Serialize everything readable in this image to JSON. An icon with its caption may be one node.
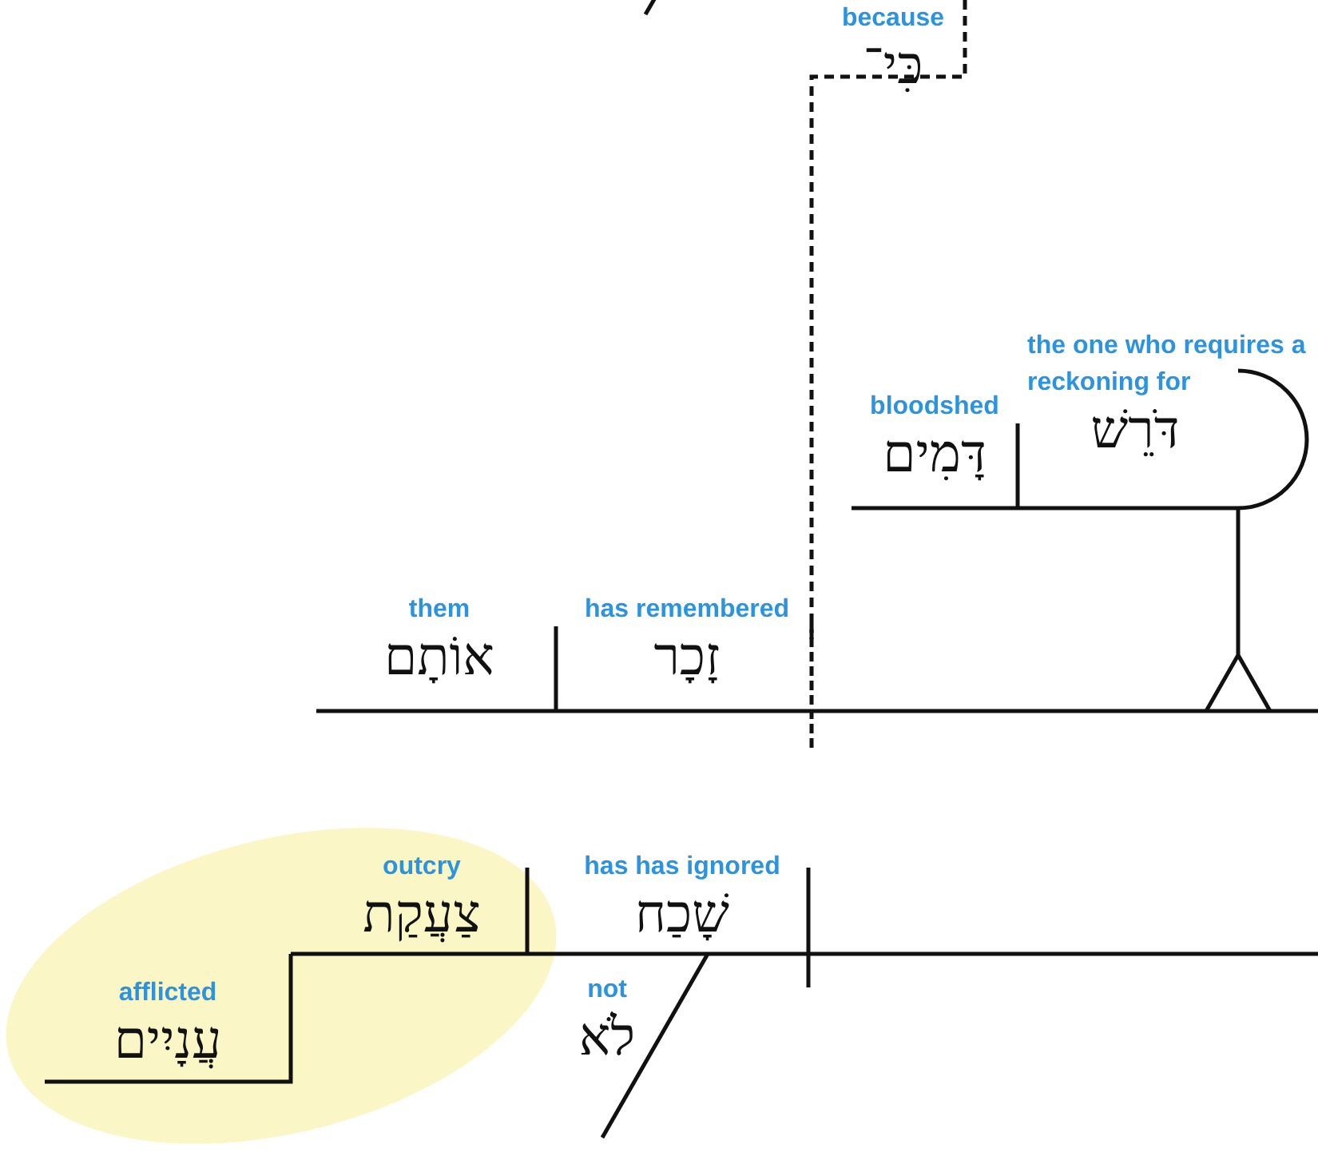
{
  "diagram": {
    "nodes": [
      {
        "text": [
          "because",
          "כִּי־"
        ]
      },
      {
        "text": [
          "bloodshed",
          "דָּמִים"
        ]
      },
      {
        "text": [
          "the one who requires a reckoning for",
          "דֹּרֵשׁ"
        ]
      },
      {
        "text": [
          "them",
          "אוֹתָם"
        ]
      },
      {
        "text": [
          "has remembered",
          "זָכָר"
        ]
      },
      {
        "text": [
          "outcry",
          "צַעֲקַת"
        ]
      },
      {
        "text": [
          "has has ignored",
          "שָׁכַח"
        ]
      },
      {
        "text": [
          "afflicted",
          "עֲנָיִים"
        ]
      },
      {
        "text": [
          "not",
          "לֹא"
        ]
      }
    ],
    "edges": [
      {
        "from": 0,
        "to": 4,
        "arrow": "none",
        "style": "dashed"
      }
    ]
  }
}
